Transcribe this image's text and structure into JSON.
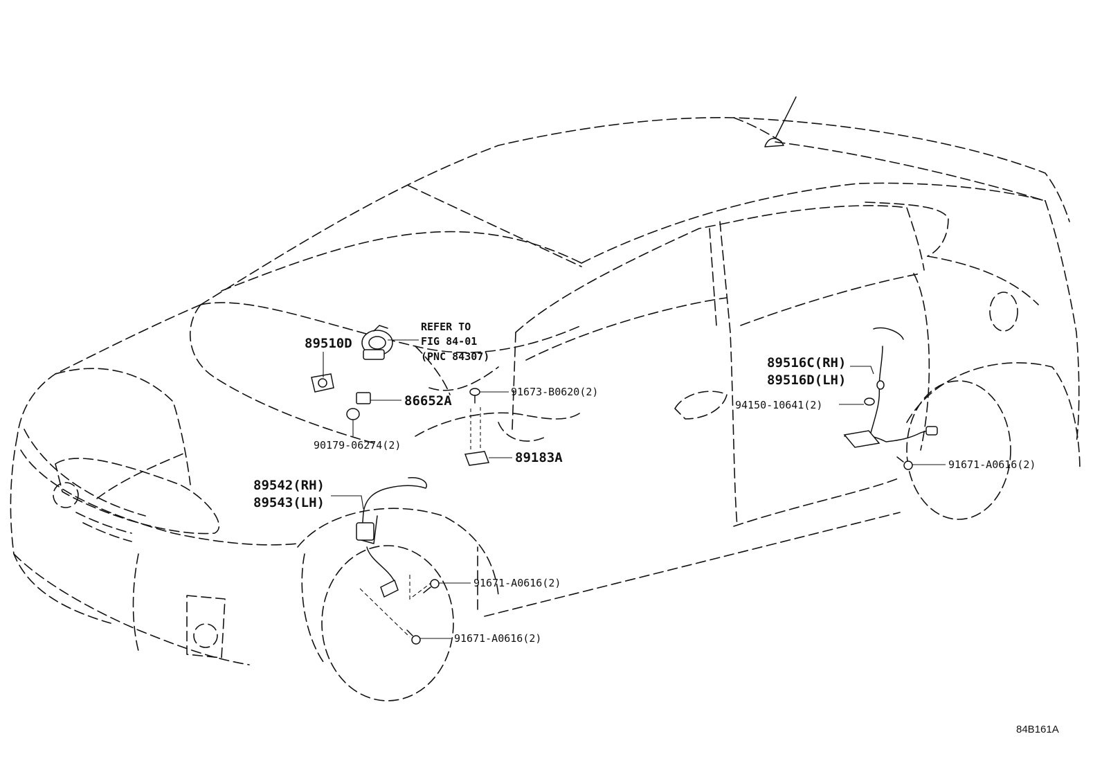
{
  "labels": {
    "p89510D": "89510D",
    "ref1": "REFER TO",
    "ref2": "FIG 84-01",
    "ref3": "(PNC 84307)",
    "p86652A": "86652A",
    "p90179": "90179-06274(2)",
    "p91673": "91673-B0620(2)",
    "p89183A": "89183A",
    "p89542": "89542(RH)",
    "p89543": "89543(LH)",
    "p91671a": "91671-A0616(2)",
    "p91671b": "91671-A0616(2)",
    "p89516C": "89516C(RH)",
    "p89516D": "89516D(LH)",
    "p94150": "94150-10641(2)",
    "p91671c": "91671-A0616(2)"
  },
  "diagram_code": "84B161A"
}
